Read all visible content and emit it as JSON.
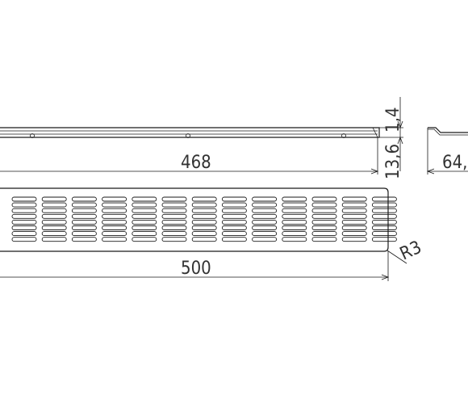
{
  "dimensions": {
    "side_length": "468",
    "thickness": "1,4",
    "side_height": "13,6",
    "profile_width": "64,",
    "plate_length": "500",
    "corner_radius": "R3"
  },
  "grille": {
    "slot_columns": 13,
    "slot_rows": 8
  },
  "colors": {
    "line": "#1a1a1a",
    "text": "#333333",
    "background": "#ffffff"
  }
}
